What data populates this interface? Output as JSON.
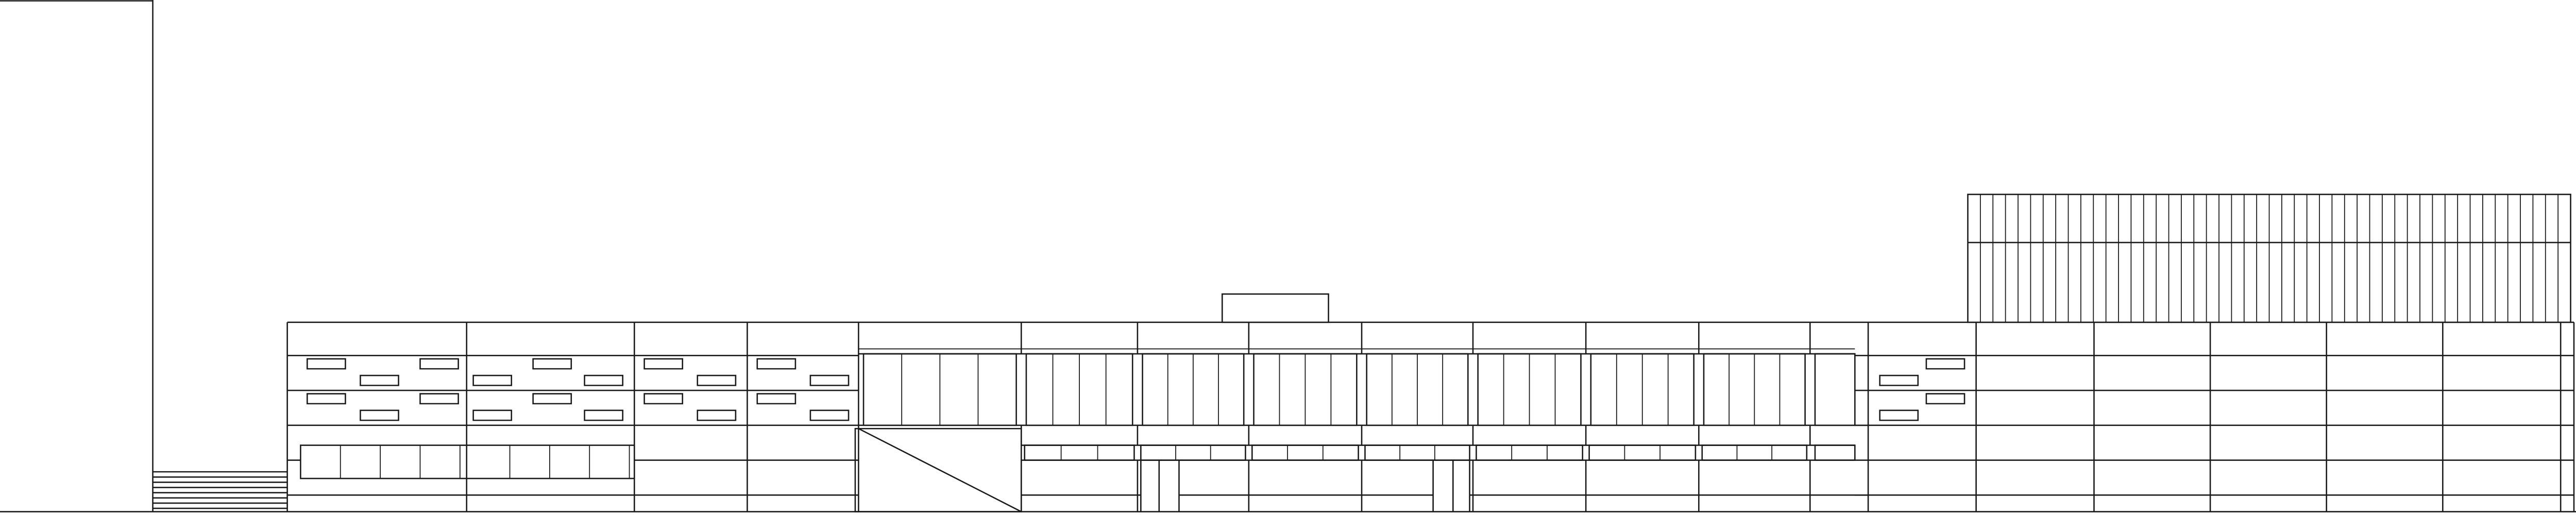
{
  "drawing": {
    "type": "building-elevation",
    "colors": {
      "line": "#1a1a1a",
      "background": "#ffffff"
    },
    "tower_fin_count": 48,
    "stair_step_count": 8
  }
}
